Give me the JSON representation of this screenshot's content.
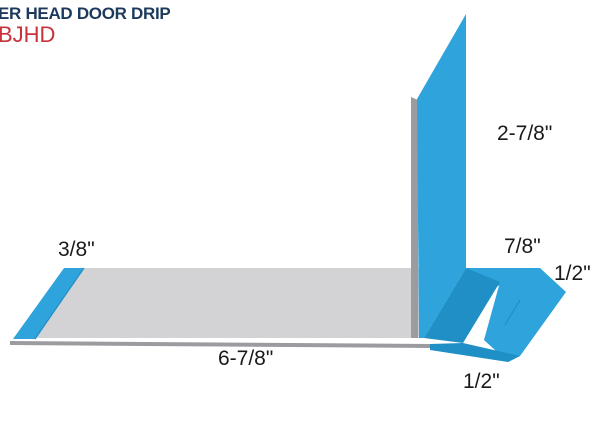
{
  "header": {
    "title": "ER HEAD DOOR DRIP",
    "code": "BJHD"
  },
  "dimensions": {
    "hem": "3/8\"",
    "base": "6-7/8\"",
    "vertical": "2-7/8\"",
    "step_width": "7/8\"",
    "step_height": "1/2\"",
    "drip": "1/2\""
  },
  "colors": {
    "blue": "#2ea3dc",
    "blue_dark": "#1f8fc6",
    "gray": "#d3d3d5",
    "gray_edge": "#9a9ca0",
    "title": "#1d3a5c",
    "code": "#c8323a"
  }
}
